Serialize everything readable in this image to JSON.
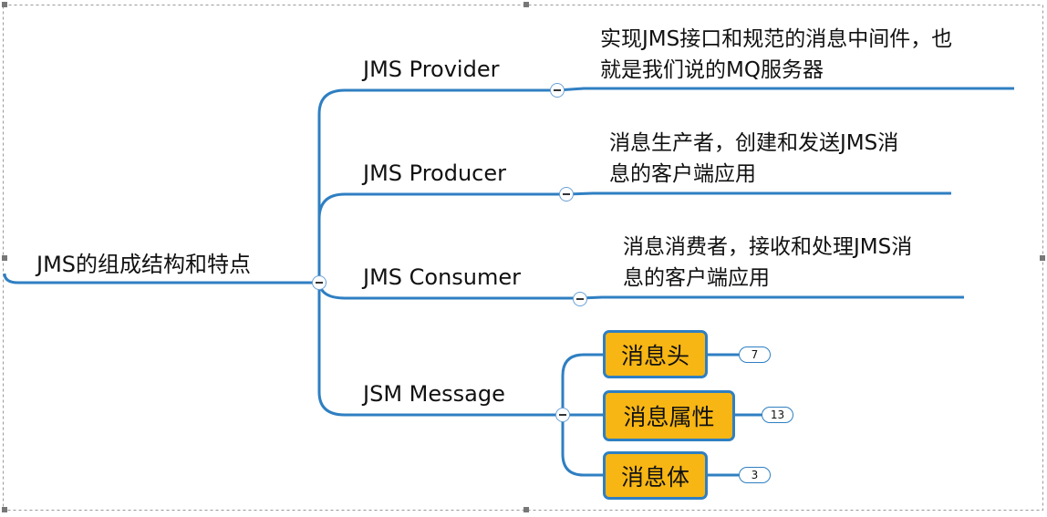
{
  "root": {
    "label": "JMS的组成结构和特点"
  },
  "branches": [
    {
      "label": "JMS Provider",
      "desc": [
        "实现JMS接口和规范的消息中间件，也",
        "就是我们说的MQ服务器"
      ]
    },
    {
      "label": "JMS Producer",
      "desc": [
        "消息生产者，创建和发送JMS消",
        "息的客户端应用"
      ]
    },
    {
      "label": "JMS Consumer",
      "desc": [
        "消息消费者，接收和处理JMS消",
        "息的客户端应用"
      ]
    },
    {
      "label": "JSM Message",
      "children": [
        {
          "label": "消息头",
          "count": "7"
        },
        {
          "label": "消息属性",
          "count": "13"
        },
        {
          "label": "消息体",
          "count": "3"
        }
      ]
    }
  ],
  "colors": {
    "line": "#2f7fc2",
    "box": "#f7b614"
  }
}
